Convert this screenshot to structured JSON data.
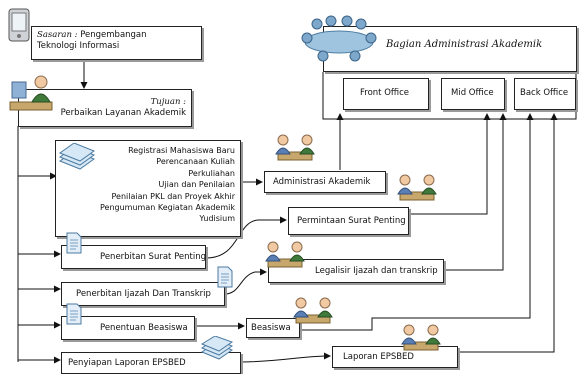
{
  "sasaran": {
    "title": "Sasaran :",
    "rest": " Pengembangan",
    "line2": "Teknologi Informasi"
  },
  "tujuan": {
    "title": "Tujuan :",
    "line2": "Perbaikan Layanan Akademik"
  },
  "bagian": {
    "title": "Bagian Administrasi Akademik"
  },
  "offices": {
    "front": "Front Office",
    "mid": "Mid Office",
    "back": "Back Office"
  },
  "admin_tasks": [
    "Registrasi Mahasiswa Baru",
    "Perencanaan Kuliah",
    "Perkuliahan",
    "Ujian dan Penilaian",
    "Penilaian PKL dan Proyek Akhir",
    "Pengumuman Kegiatan Akademik",
    "Yudisium"
  ],
  "left_items": {
    "surat": "Penerbitan Surat Penting",
    "ijazah": "Penerbitan Ijazah Dan Transkrip",
    "beasiswa": "Penentuan Beasiswa",
    "epsbed": "Penyiapan Laporan EPSBED"
  },
  "right_items": {
    "admin": "Administrasi Akademik",
    "permintaan": "Permintaan Surat Penting",
    "legalisir": "Legalisir Ijazah dan transkrip",
    "beasiswa": "Beasiswa",
    "laporan": "Laporan EPSBED"
  }
}
